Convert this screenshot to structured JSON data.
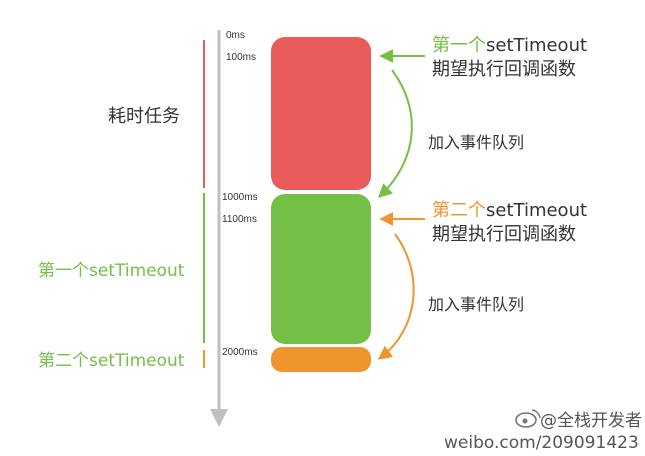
{
  "colors": {
    "red": "#ea5c5c",
    "green": "#74bf46",
    "orange": "#f0952e",
    "axis": "#bfbfbf",
    "text": "#333333",
    "watermark": "#555555"
  },
  "timeline": {
    "ticks": [
      "0ms",
      "100ms",
      "1000ms",
      "1100ms",
      "2000ms"
    ]
  },
  "left_labels": {
    "long_task": "耗时任务",
    "first_timeout": "第一个setTimeout",
    "second_timeout": "第二个setTimeout"
  },
  "right_annotations": {
    "first": {
      "line1_prefix": "第一个",
      "line1_suffix": "setTimeout",
      "line2": "期望执行回调函数"
    },
    "second": {
      "line1_prefix": "第二个",
      "line1_suffix": "setTimeout",
      "line2": "期望执行回调函数"
    },
    "enqueue_1": "加入事件队列",
    "enqueue_2": "加入事件队列"
  },
  "watermark": {
    "handle": "@全栈开发者",
    "url": "weibo.com/209091423"
  }
}
